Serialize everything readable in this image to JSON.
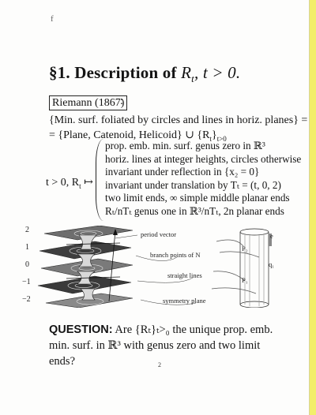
{
  "mark": "f",
  "title": {
    "section": "§1. Description of ",
    "symbol": "R",
    "sub": "t",
    "cond": ", t > 0."
  },
  "riemann": "Riemann (1867)",
  "riemann_colon": ":",
  "line1": "{Min. surf. foliated by circles and lines in horiz. planes} =",
  "line2": "= {Plane, Catenoid, Helicoid} ∪ {R",
  "line2_sub": "t",
  "line2_tail": "}",
  "line2_sub2": "t>0",
  "case_label": "t > 0, R",
  "case_label_sub": "t",
  "case_arrow": " ↦",
  "cases": [
    "prop. emb. min. surf. genus zero in ℝ³",
    "horiz. lines at integer heights, circles otherwise",
    "invariant under reflection in {x₂ = 0}",
    "invariant under translation by Tₜ = (t, 0, 2)",
    "two limit ends, ∞ simple middle planar ends",
    "Rₜ/nTₜ genus one in ℝ³/nTₜ, 2n planar ends"
  ],
  "figure": {
    "y_ticks": [
      "2",
      "1",
      "0",
      "−1",
      "−2"
    ],
    "labels": {
      "period": "period vector",
      "branch": "branch points of N",
      "straight": "straight lines",
      "symmetry": "symmetry plane",
      "p1": "P₁",
      "p2": "P₂",
      "q1": "q₁",
      "e": "e"
    }
  },
  "question": {
    "label": "QUESTION:",
    "text": " Are {Rₜ}ₜ>₀ the unique prop. emb. min. surf. in ℝ³ with genus zero and two limit ends?"
  },
  "page_number": "2"
}
